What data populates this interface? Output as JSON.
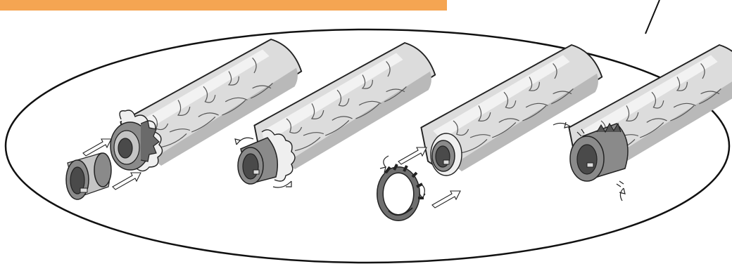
{
  "colors": {
    "banner": "#f5a552",
    "outline": "#111111",
    "background": "#ffffff",
    "hose": "#dcdcdc",
    "metal": "#8a8a8a"
  },
  "steps": [
    {
      "id": 1,
      "parts": [
        "hose",
        "fitting-ring",
        "adapter-sleeve"
      ],
      "motion": "push-arrows"
    },
    {
      "id": 2,
      "parts": [
        "hose",
        "fitting-inserted"
      ],
      "motion": "rotate-arrows"
    },
    {
      "id": 3,
      "parts": [
        "hose",
        "clamp-ring"
      ],
      "motion": "push-arrows"
    },
    {
      "id": 4,
      "parts": [
        "hose",
        "clamp-fitted"
      ],
      "motion": "tighten-arrows"
    }
  ]
}
